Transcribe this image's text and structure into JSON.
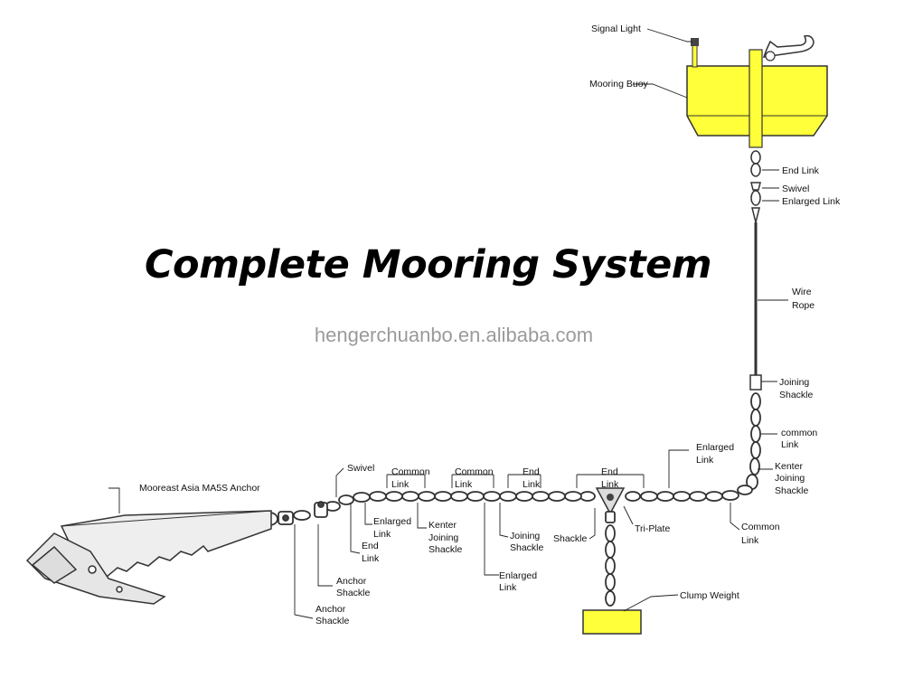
{
  "title": "Complete Mooring System",
  "watermark": "hengerchuanbo.en.alibaba.com",
  "labels": {
    "signal_light": "Signal Light",
    "mooring_buoy": "Mooring Buoy",
    "end_link_top": "End Link",
    "swivel_top": "Swivel",
    "enlarged_link_top": "Enlarged Link",
    "wire": "Wire",
    "rope": "Rope",
    "joining": "Joining",
    "shackle_a": "Shackle",
    "common_lc": "common",
    "link_a": "Link",
    "kenter": "Kenter",
    "joining_b": "Joining",
    "shackle_b": "Shackle",
    "enlarged_r": "Enlarged",
    "link_r": "Link",
    "common_r": "Common",
    "link_r2": "Link",
    "anchor": "Mooreast Asia MA5S Anchor",
    "swivel_bottom": "Swivel",
    "common_1": "Common",
    "link_1": "Link",
    "common_2": "Common",
    "link_2": "Link",
    "end_1": "End",
    "link_3": "Link",
    "end_2": "End",
    "link_4": "Link",
    "enlarged_1": "Enlarged",
    "link_5": "Link",
    "end_3": "End",
    "link_6": "Link",
    "kenter_2": "Kenter",
    "joining_2": "Joining",
    "shackle_2": "Shackle",
    "joining_3": "Joining",
    "shackle_3": "Shackle",
    "enlarged_2": "Enlarged",
    "link_7": "Link",
    "anchor_shackle_1a": "Anchor",
    "anchor_shackle_1b": "Shackle",
    "anchor_shackle_2a": "Anchor",
    "anchor_shackle_2b": "Shackle",
    "shackle_tri": "Shackle",
    "tri_plate": "Tri-Plate",
    "clump_weight": "Clump Weight"
  },
  "colors": {
    "buoy": "#ffff3a",
    "clump": "#ffff3a",
    "anchor": "#eeeeee",
    "line": "#333333"
  }
}
